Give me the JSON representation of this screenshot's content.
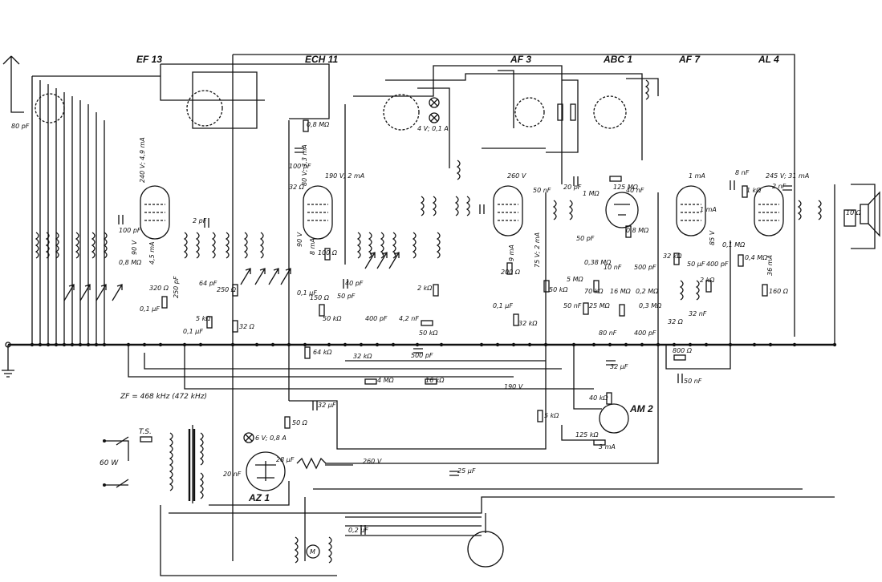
{
  "tubes": {
    "ef13": "EF 13",
    "ech11": "ECH 11",
    "af3": "AF 3",
    "abc1": "ABC 1",
    "af7": "AF 7",
    "al4": "AL 4",
    "az1": "AZ 1",
    "am2": "AM 2"
  },
  "notes": {
    "if_freq": "ZF = 468 kHz  (472 kHz)",
    "power": "60 W",
    "ts": "T.S.",
    "motor": "M"
  },
  "components": {
    "c80pf": "80 pF",
    "ef13_bias": "240 V; 4,9 mA",
    "ef13_cath": "4,5 mA",
    "c100pf": "100 pF",
    "r90v": "90 V",
    "r08m": "0,8 MΩ",
    "r320": "320 Ω",
    "c01uf_a": "0,1 μF",
    "c250pf": "250 pF",
    "c2pf": "2 pF",
    "c64pf": "64 pF",
    "r250": "250 Ω",
    "r5k": "5 kΩ",
    "c01uf_b": "0,1 μF",
    "r32": "32 Ω",
    "r08mb": "0,8 MΩ",
    "c100pf_b": "100 pF",
    "r80v": "80 V; 3,3 mA",
    "r32b": "32 Ω",
    "ech_190": "190 V; 2 mA",
    "ech_90v": "90 V",
    "ech_8ma": "8 mA",
    "r100": "100 Ω",
    "r150": "150 Ω",
    "c01uf_c": "0,1 μF",
    "c40pf": "40 pF",
    "c50pf": "50 pF",
    "r50k": "50 kΩ",
    "c400pf": "400 pF",
    "c42nf": "4,2 nF",
    "r2k": "2 kΩ",
    "r50k_b": "50 kΩ",
    "r64k": "64 kΩ",
    "c500pf": "500 pF",
    "r32k": "32 kΩ",
    "r4m": "4 MΩ",
    "r16k": "16 kΩ",
    "v190": "190 V",
    "lamp1": "4 V; 0,1 A",
    "af3_260v": "260 V",
    "af3_50nf": "50 nF",
    "af3_9ma": "9 mA",
    "r200": "200 Ω",
    "c01uf_d": "0,1 μF",
    "r32k_b": "32 kΩ",
    "af3_75v": "75 V; 2 mA",
    "r50k_c": "50 kΩ",
    "abc_20pf": "20 pF",
    "abc_1m": "1 MΩ",
    "abc_125m": "125 MΩ",
    "abc_40nf": "40 nF",
    "abc_08m": "0,8 MΩ",
    "abc_50pf": "50 pF",
    "r038m": "0,38 MΩ",
    "c10nf": "10 nF",
    "c500pf_b": "500 pF",
    "r5m": "5 MΩ",
    "r70k": "70 kΩ",
    "r16m": "16 MΩ",
    "r25m": "25 MΩ",
    "c80nf": "80 nF",
    "c50nf_b": "50 nF",
    "r02m": "0,2 MΩ",
    "r03m": "0,3 MΩ",
    "c400pf_b": "400 pF",
    "af7_1ma": "1 mA",
    "af7_1ma_b": "1 mA",
    "r32k_c": "32 kΩ",
    "c50uf": "50 μF",
    "c400pf_c": "400 pF",
    "af7_85v": "85 V",
    "r01m": "0,1 MΩ",
    "r32c": "32 Ω",
    "c32nf": "32 nF",
    "r2k_b": "2 kΩ",
    "r800": "800 Ω",
    "c50nf_c": "50 nF",
    "c32uf": "32 μF",
    "c8nf": "8 nF",
    "r1k": "1 kΩ",
    "al4_v": "245 V; 31 mA",
    "c2nf": "2 nF",
    "r04m": "0,4 MΩ",
    "al4_36ma": "36 mA",
    "r160": "160 Ω",
    "r10": "10 Ω",
    "c32uf_b": "32 μF",
    "r50": "50 Ω",
    "lamp2": "6 V; 0,8 A",
    "c20nf": "20 nF",
    "c28uf": "28 μF",
    "v260": "260 V",
    "c25uf": "25 μF",
    "r5k_b": "5 kΩ",
    "am2_40k": "40 kΩ",
    "am2_125k": "125 kΩ",
    "am2_3ma": "3 mA",
    "c02uf": "0,2 μF"
  }
}
